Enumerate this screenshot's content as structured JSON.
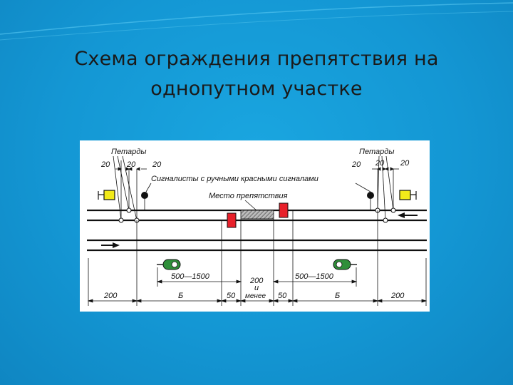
{
  "slide": {
    "title_line1": "Схема ограждения препятствия на",
    "title_line2": "однопутном участке"
  },
  "colors": {
    "background": "#1497d4",
    "signal_red": "#e8202a",
    "signal_yellow": "#f2ea1a",
    "lamp_green": "#2f8f3a",
    "text": "#1a1a1a"
  },
  "diagram": {
    "petards_left": "Петарды",
    "petards_right": "Петарды",
    "left_nums": [
      "20",
      "20",
      "20"
    ],
    "right_nums": [
      "20",
      "20",
      "20"
    ],
    "signalmen": "Сигналисты с ручными красными сигналами",
    "obstacle": "Место препятствия",
    "dim_200_left": "200",
    "dim_b_left": "Б",
    "dim_range_left": "500—1500",
    "dim_50_left": "50",
    "dim_center_line1": "200",
    "dim_center_line2": "и",
    "dim_center_line3": "менее",
    "dim_50_right": "50",
    "dim_range_right": "500—1500",
    "dim_b_right": "Б",
    "dim_200_right": "200"
  }
}
